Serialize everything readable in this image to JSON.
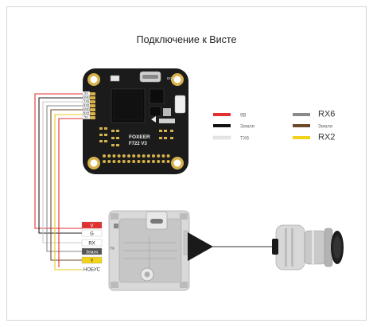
{
  "title": "Подключение к Висте",
  "fc": {
    "brand": "FOXEER",
    "model": "F722 V3",
    "boot_label": "BOOT",
    "pins": [
      "5V",
      "GND",
      "TX6",
      "RX6",
      "GND",
      "RX2",
      "5V"
    ]
  },
  "legend": {
    "left": [
      {
        "label": "9В",
        "color": "#e03030"
      },
      {
        "label": "Земля",
        "color": "#111111"
      },
      {
        "label": "TX6",
        "color": "#e6e6e6"
      }
    ],
    "right": [
      {
        "label": "RX6",
        "color": "#8a8a8a"
      },
      {
        "label": "Земля",
        "color": "#6b4a2a"
      },
      {
        "label": "RX2",
        "color": "#f2d21b"
      }
    ]
  },
  "vista": {
    "pins": [
      "V",
      "G",
      "RX",
      "TX",
      "Земля",
      "Y",
      "НОБУС"
    ]
  }
}
